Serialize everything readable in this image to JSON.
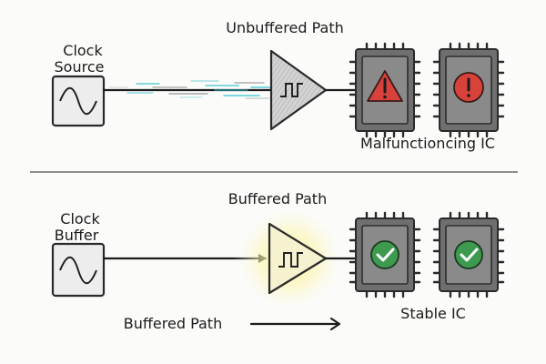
{
  "top": {
    "title": "Unbuffered Path",
    "source_label_line1": "Clock",
    "source_label_line2": "Source",
    "ic_caption": "Malfunctioncing IC",
    "status_icons": [
      "warning-triangle-icon",
      "error-circle-icon"
    ]
  },
  "bottom": {
    "title": "Buffered Path",
    "source_label_line1": "Clock",
    "source_label_line2": "Buffer",
    "arrow_label": "Buffered Path",
    "ic_caption": "Stable IC",
    "status_icons": [
      "check-circle-icon",
      "check-circle-icon"
    ]
  },
  "colors": {
    "warning_red": "#d9413b",
    "ok_green": "#3d9a4f",
    "glow_yellow": "#f7ef9a",
    "noise_cyan": "#39c4cf",
    "chip_gray": "#6f6f6f"
  }
}
